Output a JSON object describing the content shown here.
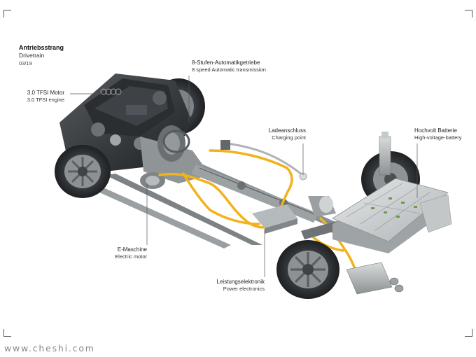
{
  "header": {
    "title": "Antriebsstrang",
    "subtitle": "Drivetrain",
    "page": "03/19"
  },
  "labels": {
    "motor": {
      "de": "3.0 TFSI Motor",
      "en": "3.0 TFSI engine"
    },
    "gearbox": {
      "de": "8-Stufen-Automatikgetriebe",
      "en": "8 speed Automatic transmission"
    },
    "charging": {
      "de": "Ladeanschluss",
      "en": "Charging point"
    },
    "battery": {
      "de": "Hochvolt Batterie",
      "en": "High-voltage-battery"
    },
    "emachine": {
      "de": "E-Maschine",
      "en": "Electric motor"
    },
    "power": {
      "de": "Leistungselektronik",
      "en": "Power electronics"
    }
  },
  "footer": {
    "watermark": "www.cheshi.com"
  },
  "colors": {
    "hv_cable": "#f2b21b",
    "chassis": "#3a3d40",
    "battery": "#cfd3d4"
  }
}
